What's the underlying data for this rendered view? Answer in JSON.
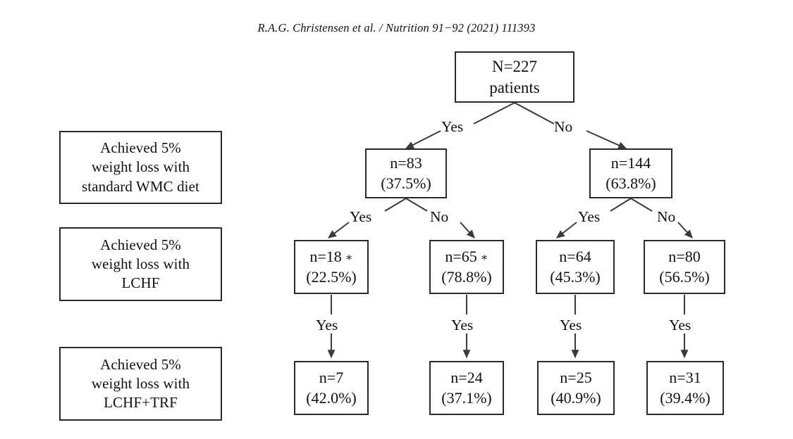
{
  "header": {
    "citation": "R.A.G. Christensen et al. / Nutrition 91−92 (2021) 111393"
  },
  "legend": {
    "boxes": [
      {
        "line1": "Achieved 5%",
        "line2": "weight loss with",
        "line3": "standard WMC diet"
      },
      {
        "line1": "Achieved 5%",
        "line2": "weight loss with",
        "line3": "LCHF"
      },
      {
        "line1": "Achieved 5%",
        "line2": "weight loss with",
        "line3": "LCHF+TRF"
      }
    ]
  },
  "tree": {
    "root": {
      "line1": "N=227",
      "line2": "patients"
    },
    "level2": [
      {
        "count": "n=83",
        "percent": "(37.5%)",
        "star": "",
        "branch": "Yes"
      },
      {
        "count": "n=144",
        "percent": "(63.8%)",
        "star": "",
        "branch": "No"
      }
    ],
    "level3": [
      {
        "count": "n=18",
        "percent": "(22.5%)",
        "star": "∗",
        "branch": "Yes"
      },
      {
        "count": "n=65",
        "percent": "(78.8%)",
        "star": "∗",
        "branch": "No"
      },
      {
        "count": "n=64",
        "percent": "(45.3%)",
        "star": "",
        "branch": "Yes"
      },
      {
        "count": "n=80",
        "percent": "(56.5%)",
        "star": "",
        "branch": "No"
      }
    ],
    "level4": [
      {
        "count": "n=7",
        "percent": "(42.0%)",
        "branch": "Yes"
      },
      {
        "count": "n=24",
        "percent": "(37.1%)",
        "branch": "Yes"
      },
      {
        "count": "n=25",
        "percent": "(40.9%)",
        "branch": "Yes"
      },
      {
        "count": "n=31",
        "percent": "(39.4%)",
        "branch": "Yes"
      }
    ]
  },
  "chart_data": {
    "type": "diagram",
    "title": "Flow diagram of patients achieving 5% weight loss across sequential diet interventions",
    "total": 227,
    "nodes": [
      {
        "id": "root",
        "label": "N=227 patients",
        "n": 227,
        "level": 0
      },
      {
        "id": "wmc-yes",
        "label": "n=83 (37.5%)",
        "n": 83,
        "percent": 37.5,
        "level": 1,
        "branch": "Yes",
        "parent": "root"
      },
      {
        "id": "wmc-no",
        "label": "n=144 (63.8%)",
        "n": 144,
        "percent": 63.8,
        "level": 1,
        "branch": "No",
        "parent": "root"
      },
      {
        "id": "lchf-a",
        "label": "n=18 * (22.5%)",
        "n": 18,
        "percent": 22.5,
        "level": 2,
        "branch": "Yes",
        "parent": "wmc-yes",
        "significant": true
      },
      {
        "id": "lchf-b",
        "label": "n=65 * (78.8%)",
        "n": 65,
        "percent": 78.8,
        "level": 2,
        "branch": "No",
        "parent": "wmc-yes",
        "significant": true
      },
      {
        "id": "lchf-c",
        "label": "n=64 (45.3%)",
        "n": 64,
        "percent": 45.3,
        "level": 2,
        "branch": "Yes",
        "parent": "wmc-no",
        "significant": false
      },
      {
        "id": "lchf-d",
        "label": "n=80 (56.5%)",
        "n": 80,
        "percent": 56.5,
        "level": 2,
        "branch": "No",
        "parent": "wmc-no",
        "significant": false
      },
      {
        "id": "trf-a",
        "label": "n=7 (42.0%)",
        "n": 7,
        "percent": 42.0,
        "level": 3,
        "branch": "Yes",
        "parent": "lchf-a"
      },
      {
        "id": "trf-b",
        "label": "n=24 (37.1%)",
        "n": 24,
        "percent": 37.1,
        "level": 3,
        "branch": "Yes",
        "parent": "lchf-b"
      },
      {
        "id": "trf-c",
        "label": "n=25 (40.9%)",
        "n": 25,
        "percent": 40.9,
        "level": 3,
        "branch": "Yes",
        "parent": "lchf-c"
      },
      {
        "id": "trf-d",
        "label": "n=31 (39.4%)",
        "n": 31,
        "percent": 39.4,
        "level": 3,
        "branch": "Yes",
        "parent": "lchf-d"
      }
    ],
    "row_labels": [
      "Achieved 5% weight loss with standard WMC diet",
      "Achieved 5% weight loss with LCHF",
      "Achieved 5% weight loss with LCHF+TRF"
    ]
  },
  "colors": {
    "border": "#2b2b2b",
    "text": "#111111",
    "background": "#ffffff",
    "connector": "#3a3a3a"
  }
}
